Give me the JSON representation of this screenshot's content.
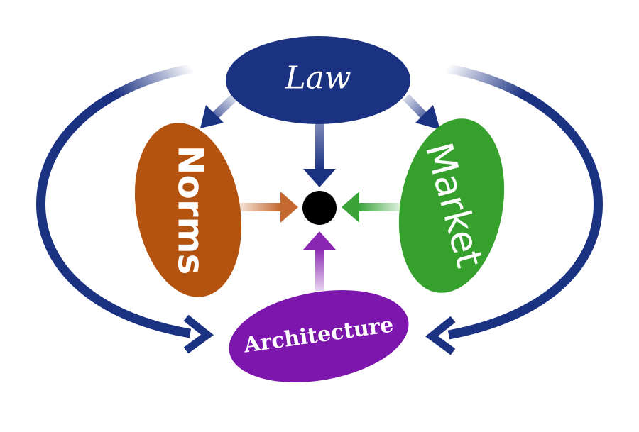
{
  "nodes": {
    "law": {
      "label": "Law",
      "color": "#1b3283"
    },
    "norms": {
      "label": "Norms",
      "color": "#b45310"
    },
    "market": {
      "label": "Market",
      "color": "#35a12c"
    },
    "architecture": {
      "label": "Architecture",
      "color": "#7d16ad"
    }
  },
  "center_dot_color": "#000000",
  "arrow_colors": {
    "law": "#1b3283",
    "norms": "#c46a30",
    "market": "#3aa43a",
    "architecture": "#8a27b2"
  }
}
